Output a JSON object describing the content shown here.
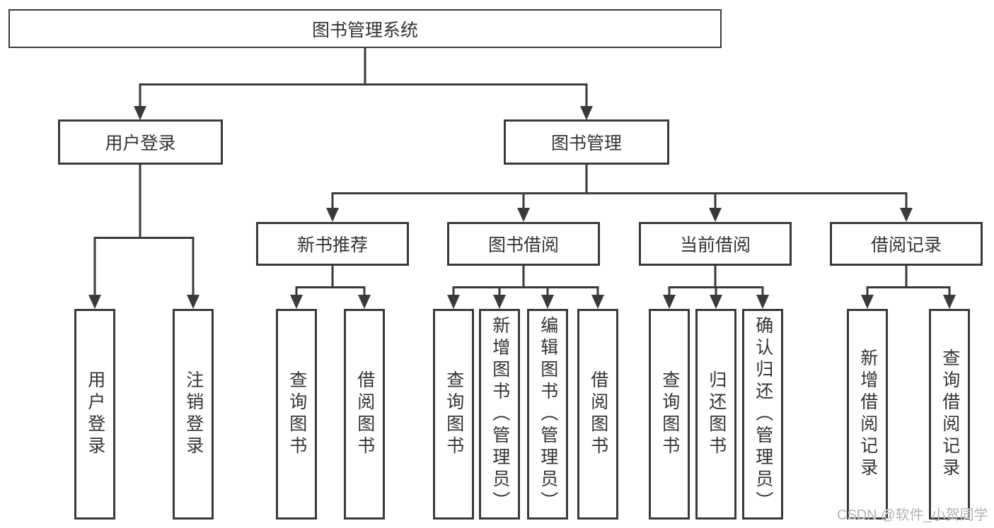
{
  "diagram": {
    "title": "图书管理系统",
    "root": {
      "label": "图书管理系统"
    },
    "level2": [
      {
        "label": "用户登录",
        "parent": "图书管理系统"
      },
      {
        "label": "图书管理",
        "parent": "图书管理系统"
      }
    ],
    "level3": [
      {
        "label": "新书推荐",
        "parent": "图书管理"
      },
      {
        "label": "图书借阅",
        "parent": "图书管理"
      },
      {
        "label": "当前借阅",
        "parent": "图书管理"
      },
      {
        "label": "借阅记录",
        "parent": "图书管理"
      }
    ],
    "leaves": [
      {
        "label": "用户登录",
        "parent": "用户登录"
      },
      {
        "label": "注销登录",
        "parent": "用户登录"
      },
      {
        "label": "查询图书",
        "parent": "新书推荐"
      },
      {
        "label": "借阅图书",
        "parent": "新书推荐"
      },
      {
        "label": "查询图书",
        "parent": "图书借阅"
      },
      {
        "label": "新增图书（管理员）",
        "parent": "图书借阅"
      },
      {
        "label": "编辑图书（管理员）",
        "parent": "图书借阅"
      },
      {
        "label": "借阅图书",
        "parent": "图书借阅"
      },
      {
        "label": "查询图书",
        "parent": "当前借阅"
      },
      {
        "label": "归还图书",
        "parent": "当前借阅"
      },
      {
        "label": "确认归还（管理员）",
        "parent": "当前借阅"
      },
      {
        "label": "新增借阅记录",
        "parent": "借阅记录"
      },
      {
        "label": "查询借阅记录",
        "parent": "借阅记录"
      }
    ]
  },
  "watermark": {
    "text": "CSDN @软件_小贺同学"
  },
  "colors": {
    "line": "#3a3a3a",
    "text": "#333333",
    "watermark": "#b2b2b2",
    "background": "#ffffff"
  }
}
